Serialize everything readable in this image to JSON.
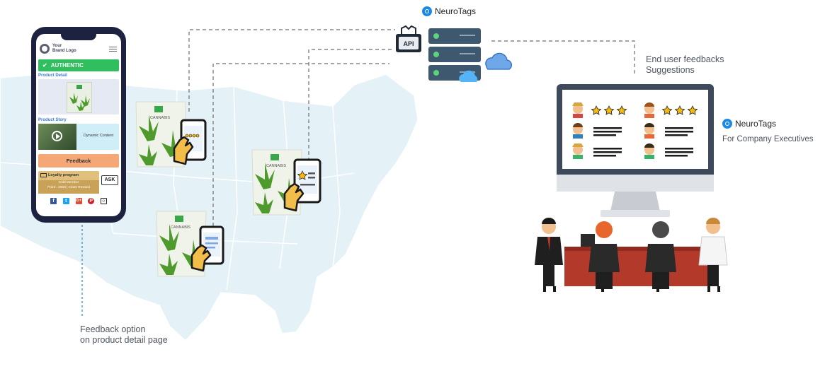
{
  "brand": {
    "name": "NeuroTags",
    "tagline": "For Company Executives"
  },
  "server": {
    "api_label": "API"
  },
  "phone": {
    "logo_text_line1": "Your",
    "logo_text_line2": "Brand Logo",
    "authentic_label": "AUTHENTIC",
    "product_detail_label": "Product Detail",
    "product_story_label": "Product Story",
    "dynamic_content_label": "Dynamic Content",
    "feedback_button_label": "Feedback",
    "loyalty_title": "Loyalty program",
    "loyalty_member": "Gold Member",
    "loyalty_points": "Point : 2000 | Claim Reward",
    "ask_label": "ASK"
  },
  "packs": {
    "label": "CANNABIS"
  },
  "captions": {
    "feedback_option_line1": "Feedback option",
    "feedback_option_line2": "on product detail page",
    "end_user_line1": "End user feedbacks",
    "end_user_line2": "Suggestions"
  },
  "icons": [
    "neurotags-logo-icon",
    "server-icon",
    "cloud-icon",
    "phone-icon",
    "hand-icon",
    "star-icon",
    "monitor-icon",
    "avatar-icon",
    "play-icon",
    "facebook-icon",
    "twitter-icon",
    "google-plus-icon",
    "pinterest-icon",
    "snapchat-icon"
  ],
  "colors": {
    "authentic_green": "#2fbf5f",
    "feedback_orange": "#f5a875",
    "brand_blue": "#1e88e5",
    "leaf_green": "#4f9a2c",
    "star_gold": "#f5b915",
    "table_red": "#b33a2a"
  }
}
